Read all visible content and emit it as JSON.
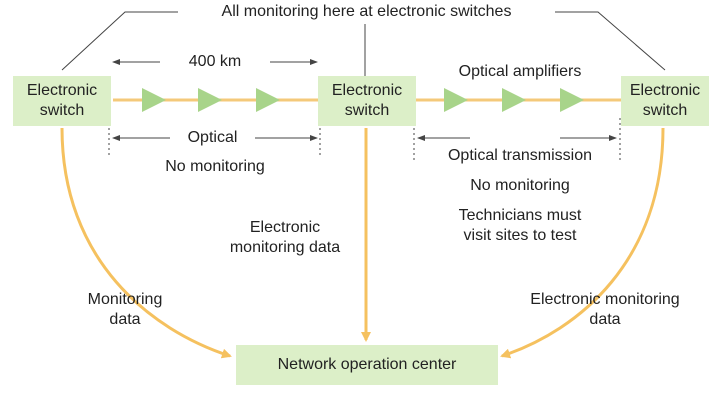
{
  "colors": {
    "box_fill": "#dcefc8",
    "fiber": "#f4c97a",
    "amplifier": "#a8d48a",
    "data_arrow": "#f5c15f",
    "line": "#444444"
  },
  "switches": {
    "left": "Electronic\nswitch",
    "middle": "Electronic\nswitch",
    "right": "Electronic\nswitch"
  },
  "noc_label": "Network operation center",
  "labels": {
    "top_banner": "All monitoring here at electronic switches",
    "distance": "400 km",
    "left_span_type": "Optical",
    "left_span_monitoring": "No monitoring",
    "right_amplifiers": "Optical amplifiers",
    "right_span_type": "Optical transmission",
    "right_span_monitoring": "No monitoring",
    "technicians": "Technicians must\nvisit sites to test",
    "center_data": "Electronic\nmonitoring data",
    "left_data": "Monitoring\ndata",
    "right_data": "Electronic monitoring\ndata"
  },
  "amplifier_icon": "triangle-amplifier-icon"
}
